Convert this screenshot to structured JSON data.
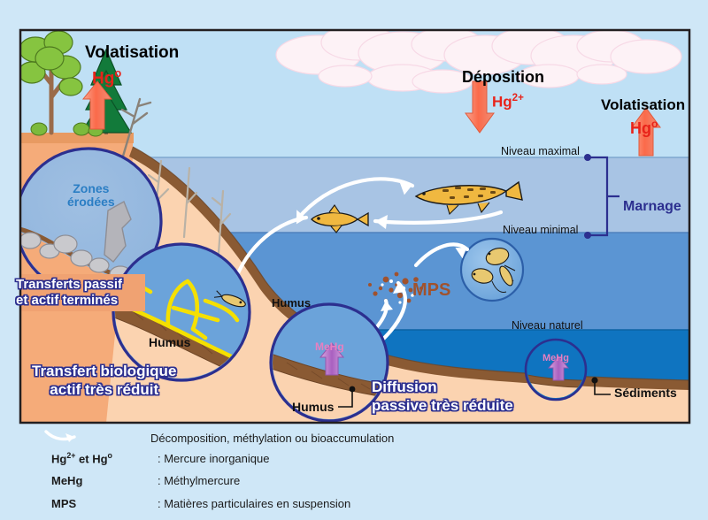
{
  "figure": {
    "background_color": "#cfe7f7",
    "frame_border_color": "#231f20"
  },
  "atmosphere": {
    "volatilisation_left": {
      "title": "Volatisation",
      "species": "Hg",
      "superscript": "o"
    },
    "deposition": {
      "title": "Déposition",
      "species": "Hg",
      "superscript": "2+"
    },
    "volatilisation_right": {
      "title": "Volatisation",
      "species": "Hg",
      "superscript": "o"
    }
  },
  "water_levels": {
    "maximal": "Niveau maximal",
    "minimal": "Niveau minimal",
    "natural": "Niveau naturel",
    "drawdown_bracket_label": "Marnage",
    "sediments_label": "Sédiments"
  },
  "callouts": {
    "eroded_zones": {
      "line1": "Zones",
      "line2": "érodées"
    },
    "transfers_ended": {
      "line1": "Transferts passif",
      "line2": "et actif terminés"
    },
    "biological_transfer": {
      "line1": "Transfert biologique",
      "line2": "actif très réduit"
    },
    "passive_diffusion": {
      "line1": "Diffusion",
      "line2": "passive très réduite"
    }
  },
  "inline_labels": {
    "humus_zoom_left": "Humus",
    "humus_shore": "Humus",
    "humus_zoom_right": "Humus",
    "mps": "MPS",
    "mehg_diffusion": "MeHg",
    "mehg_sediment": "MeHg"
  },
  "legend": {
    "rows": [
      {
        "key_icon": "curved-white-arrow",
        "key": "",
        "value": "Décomposition, méthylation ou bioaccumulation"
      },
      {
        "key_html": "Hg2+ et Hgo",
        "key": "Hg2+ et Hgo",
        "value": ": Mercure inorganique"
      },
      {
        "key": "MeHg",
        "value": ": Méthylmercure"
      },
      {
        "key": "MPS",
        "value": ": Matières particulaires en suspension"
      }
    ]
  },
  "colors": {
    "sky": "#bfe0f5",
    "water_drawdown": "#a8c4e4",
    "water_mid": "#5b95d3",
    "water_deep": "#0f74c0",
    "shore_sand": "#f5ab79",
    "sand_light": "#fbd3b0",
    "humus_brown": "#8a5a33",
    "navy": "#2c2f8f",
    "mercury_red": "#e8231a",
    "mehg_pink": "#e87fc0",
    "mps_brown": "#a0522d",
    "fish_gold": "#f0b840"
  }
}
